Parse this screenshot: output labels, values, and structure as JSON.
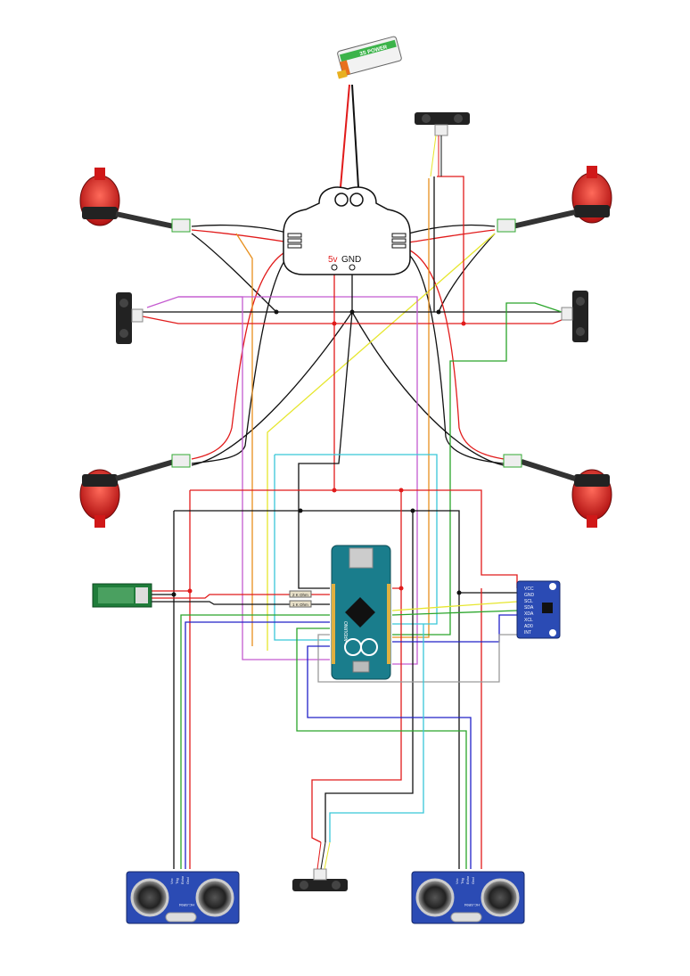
{
  "battery": {
    "label": "3S POWER"
  },
  "pdb": {
    "v5_label": "5v",
    "gnd_label": "GND"
  },
  "resistors": {
    "r1_label": "2 K Ohm",
    "r2_label": "1 K Ohm"
  },
  "arduino": {
    "brand_label": "ARDUINO"
  },
  "imu": {
    "pins": [
      "VCC",
      "GND",
      "SCL",
      "SDA",
      "XDA",
      "XCL",
      "AD0",
      "INT"
    ]
  },
  "sonar": {
    "pins": [
      "Vcc",
      "Trig",
      "Echo",
      "Gnd"
    ],
    "model_label": "HC-SR04"
  },
  "wire_colors": {
    "red": "#e11b1b",
    "black": "#111111",
    "yellow": "#e6e62e",
    "orange": "#e8901e",
    "purple": "#c45ad0",
    "cyan": "#38c7d8",
    "green": "#2aa52a",
    "blue": "#2121c8",
    "gray": "#9a9a9a"
  }
}
